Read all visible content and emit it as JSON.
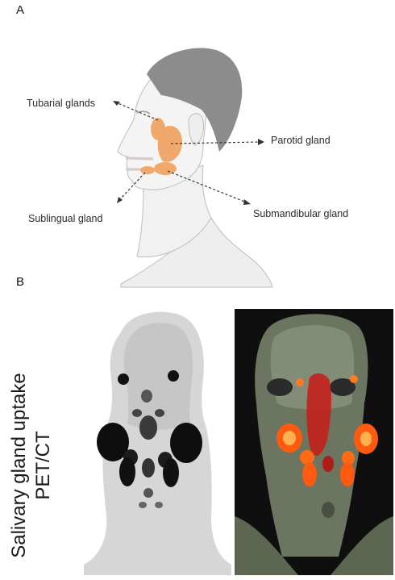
{
  "panels": {
    "a": "A",
    "b": "B"
  },
  "labels": {
    "tubarial": "Tubarial glands",
    "parotid": "Parotid gland",
    "sublingual": "Sublingual gland",
    "submandibular": "Submandibular gland"
  },
  "caption": {
    "line1": "Salivary gland uptake",
    "line2": "PET/CT"
  },
  "colors": {
    "gland": "#f0a96a",
    "hair": "#8c8c8c",
    "skin": "#f2f2f2",
    "uptake": "#ff5a10"
  }
}
